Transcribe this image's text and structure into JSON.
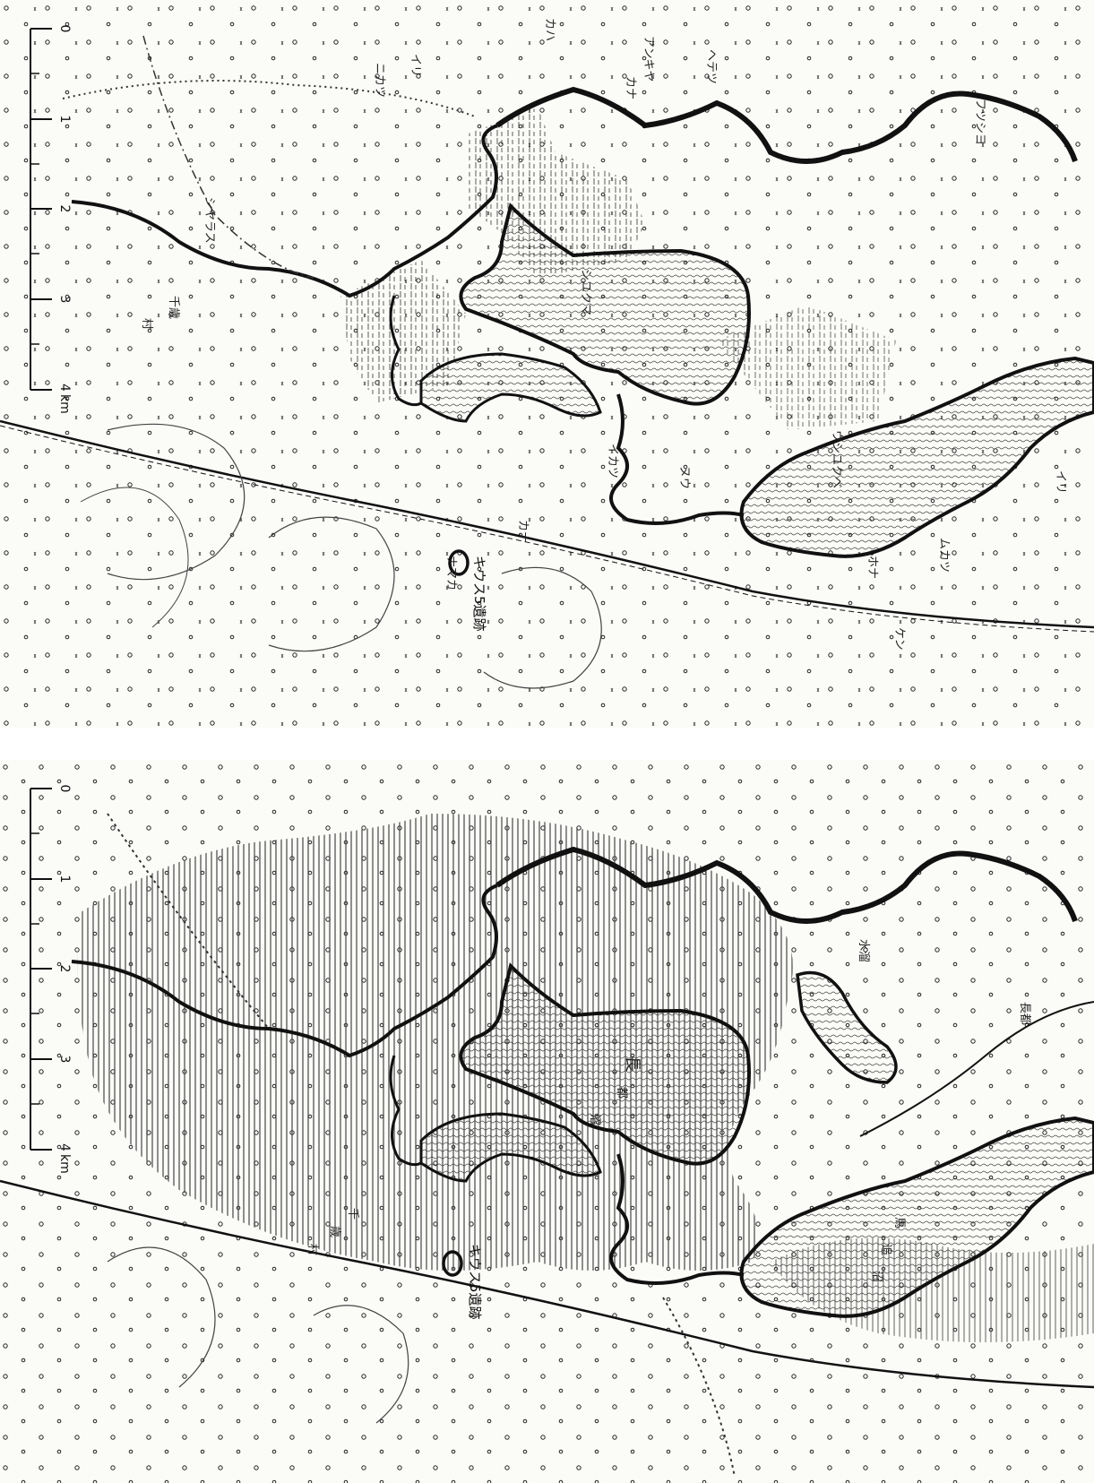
{
  "scale_bar": {
    "ticks": [
      "0",
      "1",
      "2",
      "3",
      "4"
    ],
    "unit": "km"
  },
  "site_label": "キウス5遺跡",
  "map_labels_top": [
    "千歳",
    "村",
    "シユクマ",
    "ウシユクベ",
    "シヤラス",
    "フツシヨ",
    "アンキヤ",
    "イリ",
    "カナ",
    "カハ",
    "イリ",
    "ホナ",
    "ムカツ",
    "イカツ",
    "カナ",
    "ニカツ",
    "ヘテツ",
    "ケン",
    "ヌウ",
    "ナマカ"
  ],
  "map_labels_bottom": [
    "長",
    "都",
    "沼",
    "馬",
    "追",
    "沼",
    "千",
    "歳",
    "村",
    "長都",
    "水溜"
  ],
  "colors": {
    "ink": "#111111",
    "paper": "#fbfbf8",
    "marsh": "#555555"
  }
}
